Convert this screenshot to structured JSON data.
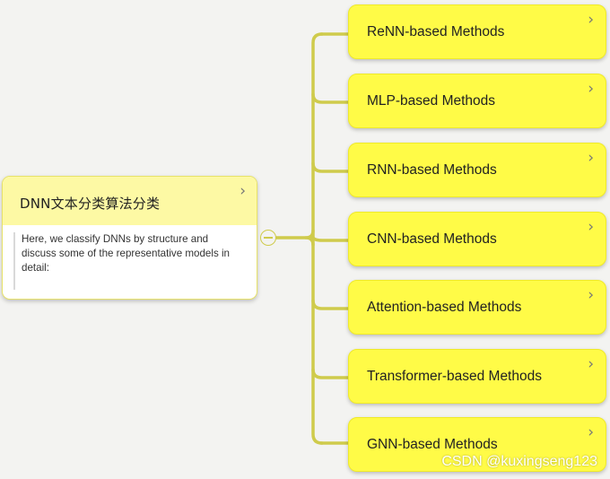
{
  "mindmap": {
    "root": {
      "title": "DNN文本分类算法分类",
      "note": "Here, we classify DNNs by structure and discuss some of the representative models in detail:",
      "expand_icon": "chevron-right-icon",
      "toggle_icon": "collapse-minus-icon"
    },
    "children": [
      {
        "label": "ReNN-based Methods",
        "icon": "chevron-right-icon"
      },
      {
        "label": "MLP-based Methods",
        "icon": "chevron-right-icon"
      },
      {
        "label": "RNN-based Methods",
        "icon": "chevron-right-icon"
      },
      {
        "label": "CNN-based Methods",
        "icon": "chevron-right-icon"
      },
      {
        "label": "Attention-based Methods",
        "icon": "chevron-right-icon"
      },
      {
        "label": "Transformer-based Methods",
        "icon": "chevron-right-icon"
      },
      {
        "label": "GNN-based Methods",
        "icon": "chevron-right-icon"
      }
    ]
  },
  "watermark": "CSDN @kuxingseng123",
  "colors": {
    "background": "#f3f3f1",
    "root_header": "#fdf9a4",
    "child_fill": "#fffb47",
    "connector": "#cfcb4c"
  }
}
